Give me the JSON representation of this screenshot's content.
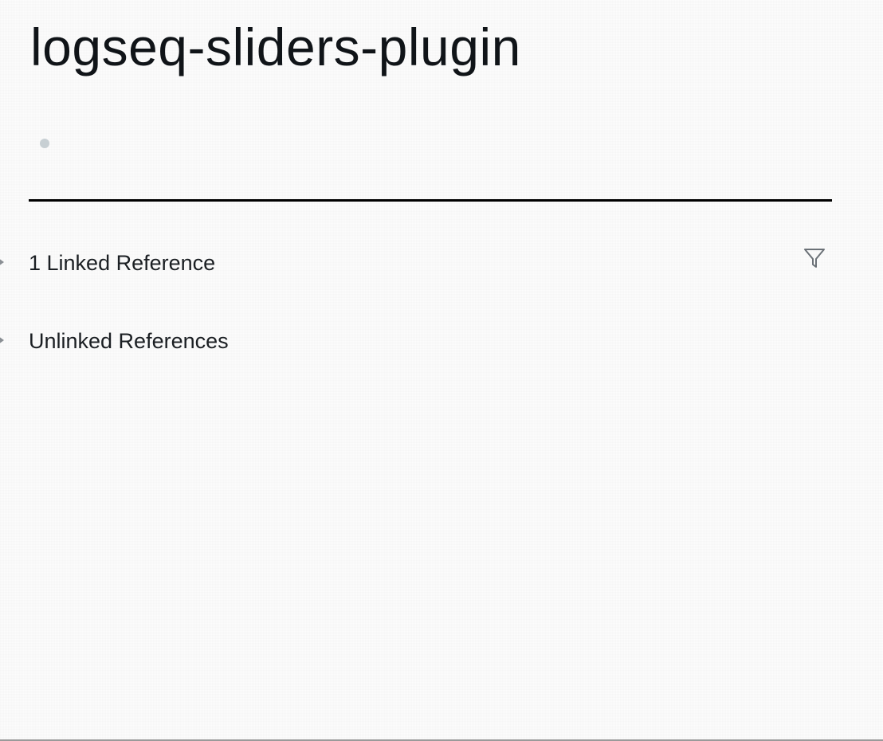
{
  "page": {
    "title": "logseq-sliders-plugin"
  },
  "references": {
    "linked_label": "1 Linked Reference",
    "unlinked_label": "Unlinked References",
    "filter_icon": "filter-icon"
  },
  "colors": {
    "title_text": "#101418",
    "divider": "#000000",
    "bullet": "#c7cfd3",
    "caret": "#8a8f94",
    "background": "#fcfcfc"
  }
}
